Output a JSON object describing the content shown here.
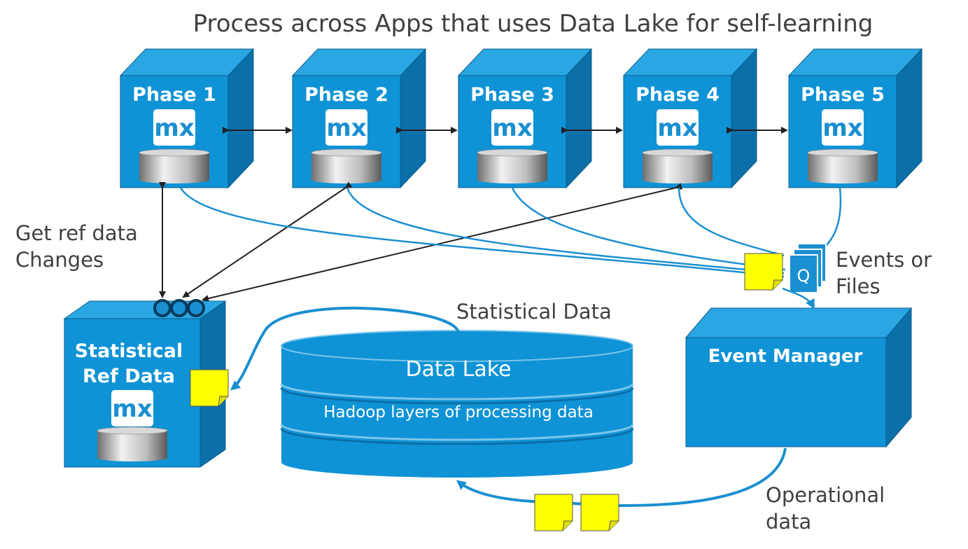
{
  "title": "Process across Apps that uses Data Lake for self-learning",
  "phases": [
    {
      "label": "Phase 1",
      "logo": "mx"
    },
    {
      "label": "Phase 2",
      "logo": "mx"
    },
    {
      "label": "Phase 3",
      "logo": "mx"
    },
    {
      "label": "Phase 4",
      "logo": "mx"
    },
    {
      "label": "Phase 5",
      "logo": "mx"
    }
  ],
  "stat_ref": {
    "line1": "Statistical",
    "line2": "Ref Data",
    "logo": "mx"
  },
  "event_manager": {
    "label": "Event Manager"
  },
  "data_lake": {
    "top": "Data Lake",
    "middle": "Hadoop layers of processing data"
  },
  "labels": {
    "get_ref_1": "Get ref data",
    "get_ref_2": "Changes",
    "events_1": "Events or",
    "events_2": "Files",
    "queue_letter": "Q",
    "statistical_data": "Statistical Data",
    "operational_1": "Operational",
    "operational_2": "data"
  },
  "colors": {
    "box_front": "#0f93d6",
    "box_side": "#0b6fa8",
    "box_top": "#2aa7e3",
    "flow_line": "#1a8fd1",
    "note_yellow": "#ffff00",
    "text": "#404040"
  }
}
